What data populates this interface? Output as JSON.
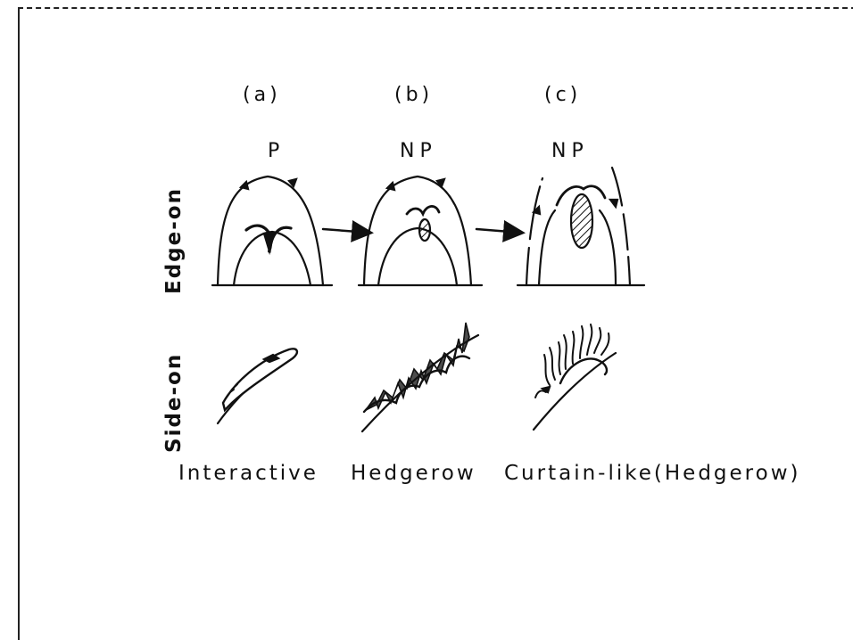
{
  "panels": [
    {
      "id": "a",
      "label": "(a)",
      "polarity": "P",
      "caption": "Interactive"
    },
    {
      "id": "b",
      "label": "(b)",
      "polarity": "NP",
      "caption": "Hedgerow"
    },
    {
      "id": "c",
      "label": "(c)",
      "polarity": "NP",
      "caption": "Curtain-like(Hedgerow)"
    }
  ],
  "rows": {
    "edge": "Edge-on",
    "side": "Side-on"
  },
  "colors": {
    "ink": "#111111",
    "background": "#ffffff"
  }
}
